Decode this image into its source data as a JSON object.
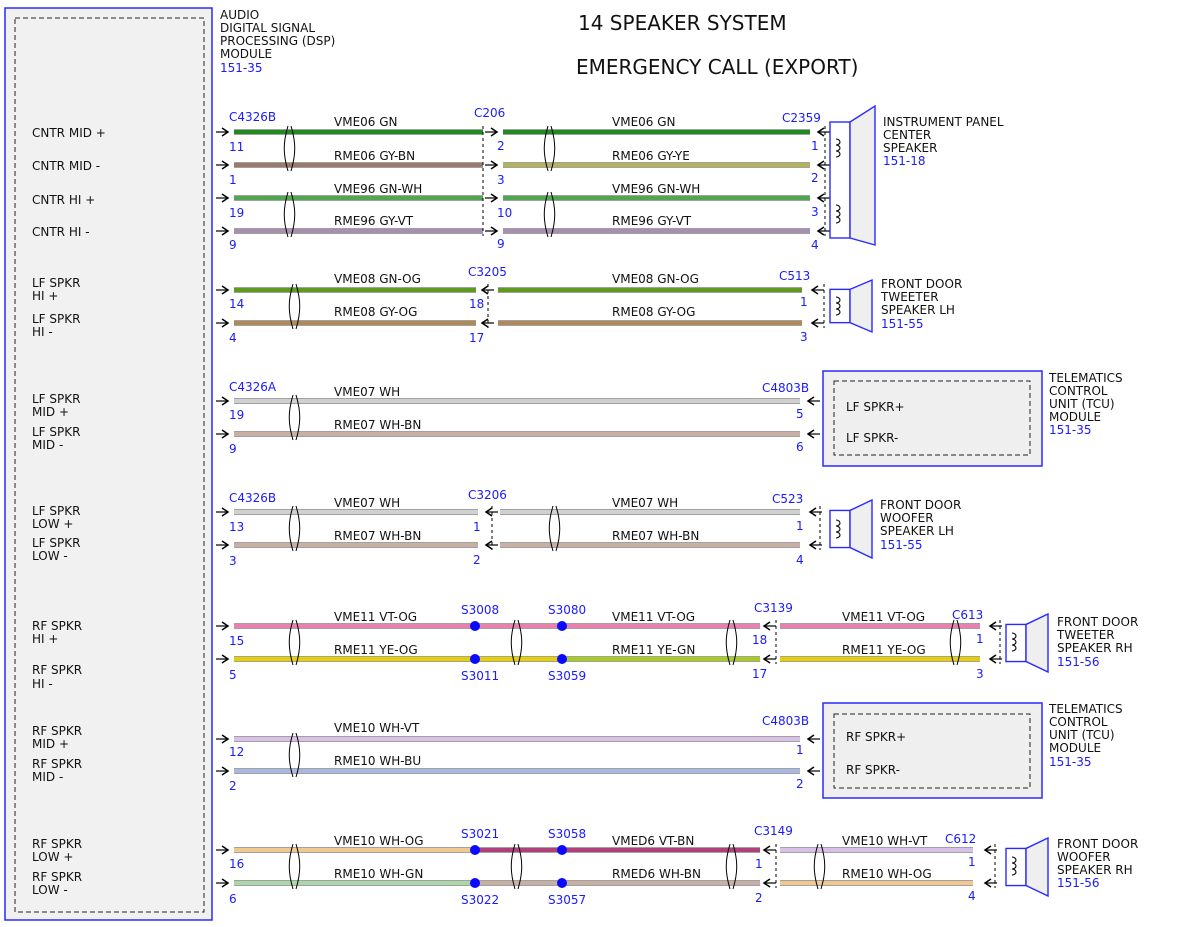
{
  "title": {
    "line1": "14 SPEAKER SYSTEM",
    "line2": "EMERGENCY CALL (EXPORT)"
  },
  "dsp_module": {
    "lines": [
      "AUDIO",
      "DIGITAL SIGNAL",
      "PROCESSING (DSP)",
      "MODULE"
    ],
    "ref": "151-35",
    "pin_labels": [
      [
        "CNTR MID +"
      ],
      [
        "CNTR MID -"
      ],
      [
        "CNTR HI +"
      ],
      [
        "CNTR HI -"
      ],
      [
        "LF SPKR",
        "HI +"
      ],
      [
        "LF SPKR",
        "HI -"
      ],
      [
        "LF SPKR",
        "MID +"
      ],
      [
        "LF SPKR",
        "MID -"
      ],
      [
        "LF SPKR",
        "LOW +"
      ],
      [
        "LF SPKR",
        "LOW -"
      ],
      [
        "RF SPKR",
        "HI +"
      ],
      [
        "RF SPKR",
        "HI -"
      ],
      [
        "RF SPKR",
        "MID +"
      ],
      [
        "RF SPKR",
        "MID -"
      ],
      [
        "RF SPKR",
        "LOW +"
      ],
      [
        "RF SPKR",
        "LOW -"
      ]
    ]
  },
  "connectors": {
    "dsp_c4326b_1": "C4326B",
    "c206": "C206",
    "c2359": "C2359",
    "c3205": "C3205",
    "c513": "C513",
    "dsp_c4326a": "C4326A",
    "c4803b_lf": "C4803B",
    "dsp_c4326b_2": "C4326B",
    "c3206": "C3206",
    "c523": "C523",
    "c3139": "C3139",
    "c613": "C613",
    "c4803b_rf": "C4803B",
    "c3149": "C3149",
    "c612": "C612"
  },
  "splices": {
    "s3008": "S3008",
    "s3080": "S3080",
    "s3011": "S3011",
    "s3059": "S3059",
    "s3021": "S3021",
    "s3058": "S3058",
    "s3022": "S3022",
    "s3057": "S3057"
  },
  "circuits": {
    "c01": "VME06   GN",
    "c02": "VME06   GN",
    "c03": "RME06   GY-BN",
    "c04": "RME06   GY-YE",
    "c05": "VME96   GN-WH",
    "c06": "VME96   GN-WH",
    "c07": "RME96   GY-VT",
    "c08": "RME96   GY-VT",
    "c09": "VME08   GN-OG",
    "c10": "VME08   GN-OG",
    "c11": "RME08   GY-OG",
    "c12": "RME08   GY-OG",
    "c13": "VME07   WH",
    "c14": "RME07   WH-BN",
    "c15": "VME07   WH",
    "c16": "VME07   WH",
    "c17": "RME07   WH-BN",
    "c18": "RME07   WH-BN",
    "c19": "VME11   VT-OG",
    "c20": "VME11   VT-OG",
    "c21": "VME11   VT-OG",
    "c22": "RME11   YE-OG",
    "c23": "RME11   YE-GN",
    "c24": "RME11   YE-OG",
    "c25": "VME10   WH-VT",
    "c26": "RME10   WH-BU",
    "c27": "VME10   WH-OG",
    "c28": "VMED6   VT-BN",
    "c29": "VME10   WH-VT",
    "c30": "RME10   WH-GN",
    "c31": "RMED6   WH-BN",
    "c32": "RME10   WH-OG"
  },
  "pins": {
    "p01": "11",
    "p02": "2",
    "p03": "1",
    "p04": "1",
    "p05": "3",
    "p06": "2",
    "p07": "19",
    "p08": "10",
    "p09": "3",
    "p10": "9",
    "p11": "9",
    "p12": "4",
    "p13": "14",
    "p14": "18",
    "p15": "1",
    "p16": "4",
    "p17": "17",
    "p18": "3",
    "p19": "19",
    "p20": "5",
    "p21": "9",
    "p22": "6",
    "p23": "13",
    "p24": "1",
    "p25": "1",
    "p26": "3",
    "p27": "2",
    "p28": "4",
    "p29": "15",
    "p30": "18",
    "p31": "1",
    "p32": "5",
    "p33": "17",
    "p34": "3",
    "p35": "12",
    "p36": "1",
    "p37": "2",
    "p38": "2",
    "p39": "16",
    "p40": "1",
    "p41": "1",
    "p42": "6",
    "p43": "2",
    "p44": "4"
  },
  "components": {
    "ip_center": {
      "lines": [
        "INSTRUMENT PANEL",
        "CENTER",
        "SPEAKER"
      ],
      "ref": "151-18"
    },
    "fd_tweeter_lh": {
      "lines": [
        "FRONT DOOR",
        "TWEETER",
        "SPEAKER LH"
      ],
      "ref": "151-55"
    },
    "tcu_lf": {
      "lines": [
        "TELEMATICS",
        "CONTROL",
        "UNIT (TCU)",
        "MODULE"
      ],
      "ref": "151-35",
      "inner": [
        "LF SPKR+",
        "LF SPKR-"
      ]
    },
    "fd_woofer_lh": {
      "lines": [
        "FRONT DOOR",
        "WOOFER",
        "SPEAKER LH"
      ],
      "ref": "151-55"
    },
    "fd_tweeter_rh": {
      "lines": [
        "FRONT DOOR",
        "TWEETER",
        "SPEAKER RH"
      ],
      "ref": "151-56"
    },
    "tcu_rf": {
      "lines": [
        "TELEMATICS",
        "CONTROL",
        "UNIT (TCU)",
        "MODULE"
      ],
      "ref": "151-35",
      "inner": [
        "RF SPKR+",
        "RF SPKR-"
      ]
    },
    "fd_woofer_rh": {
      "lines": [
        "FRONT DOOR",
        "WOOFER",
        "SPEAKER RH"
      ],
      "ref": "151-56"
    }
  },
  "colors": {
    "module_border": "#2a2aff",
    "label_blue": "#1a1aff",
    "splice": "#0a0aff",
    "component_fill": "#efefef",
    "wire": {
      "GN": "#1f8a1f",
      "GY-BN": "#9a7a6a",
      "GY-YE": "#b3b35a",
      "GN-WH": "#4fa84f",
      "GY-VT": "#a78fb3",
      "GN-OG": "#5e9a1e",
      "GY-OG": "#b08a5a",
      "WH": "#d0d0d0",
      "WH-BN": "#c8b0a4",
      "VT-OG": "#e880b0",
      "YE-OG": "#e8d000",
      "YE-GN": "#a8cc20",
      "WH-VT": "#d8c0e8",
      "WH-BU": "#a8b8e0",
      "WH-OG": "#f0c890",
      "VT-BN": "#b0407a",
      "WH-GN": "#a8d8a8"
    }
  }
}
